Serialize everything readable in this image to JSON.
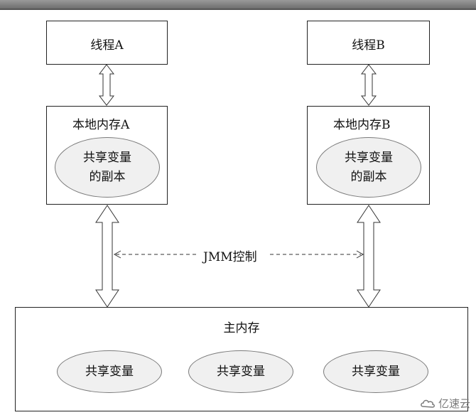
{
  "thread_a": {
    "label": "线程A"
  },
  "thread_b": {
    "label": "线程B"
  },
  "local_memory_a": {
    "label": "本地内存A",
    "copy_line1": "共享变量",
    "copy_line2": "的副本"
  },
  "local_memory_b": {
    "label": "本地内存B",
    "copy_line1": "共享变量",
    "copy_line2": "的副本"
  },
  "jmm_control": "JMM控制",
  "main_memory": {
    "label": "主内存",
    "variables": [
      "共享变量",
      "共享变量",
      "共享变量"
    ]
  },
  "watermark": "亿速云",
  "colors": {
    "border": "#222222",
    "ellipse_fill": "#f0f0f0",
    "ellipse_border": "#7a7a7a"
  }
}
